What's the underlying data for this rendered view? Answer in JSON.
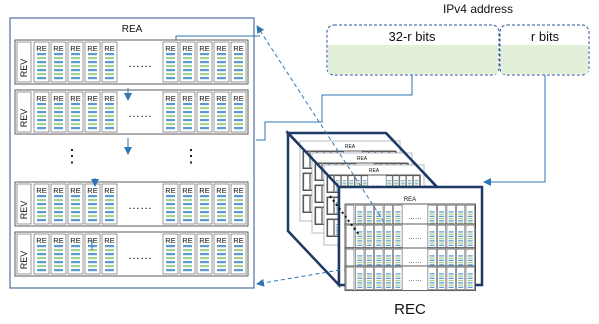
{
  "rea": {
    "title": "REA",
    "rev_label": "REV",
    "re_label": "RE",
    "row_ellipsis": "……",
    "vertical_ellipsis": "⋮",
    "rows": [
      {
        "id": "row-1"
      },
      {
        "id": "row-2"
      },
      {
        "id": "row-4"
      },
      {
        "id": "row-5"
      }
    ]
  },
  "ip": {
    "title": "IPv4 address",
    "prefix_label": "32-r bits",
    "suffix_label": "r bits"
  },
  "rec": {
    "label": "REC",
    "inner_rea_label": "REA"
  },
  "colors": {
    "frame": "#2f4f8f",
    "cube_edge": "#1f3864",
    "ip_fill": "#e2efd9",
    "ip_border": "#2f5597",
    "arrow": "#2e75b6",
    "slot_blue": "#5b9bd5",
    "slot_green": "#a9d18e"
  }
}
